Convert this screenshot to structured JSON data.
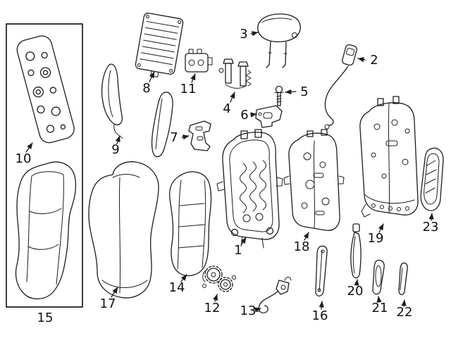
{
  "page": {
    "background": "#ffffff",
    "line_color": "#1c1c1c",
    "label_color": "#111111"
  },
  "diagram": {
    "kind": "exploded-parts-diagram",
    "subject": "vehicle-seat-back-components",
    "labels": {
      "p1": "1",
      "p2": "2",
      "p3": "3",
      "p4": "4",
      "p5": "5",
      "p6": "6",
      "p7": "7",
      "p8": "8",
      "p9": "9",
      "p10": "10",
      "p11": "11",
      "p12": "12",
      "p13": "13",
      "p14": "14",
      "p15": "15",
      "p16": "16",
      "p17": "17",
      "p18": "18",
      "p19": "19",
      "p20": "20",
      "p21": "21",
      "p22": "22",
      "p23": "23"
    }
  }
}
